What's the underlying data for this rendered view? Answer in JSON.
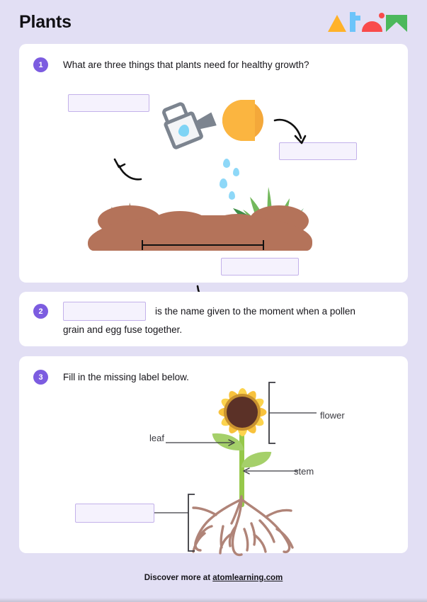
{
  "header": {
    "title": "Plants",
    "logo": {
      "name": "atom-learning-logo",
      "letters": [
        "A",
        "t",
        "o",
        "M"
      ],
      "colors": {
        "a": "#ffb229",
        "t": "#6cc4fa",
        "o": "#f94b4b",
        "m": "#4cb85c"
      }
    }
  },
  "theme": {
    "page_background": "#e2dff4",
    "card_background": "#ffffff",
    "badge_purple": "#7c5ce0",
    "answer_box_fill": "#f5f2fd",
    "answer_box_border": "#c3b1ea",
    "text": "#16151a"
  },
  "questions": [
    {
      "number": "1",
      "prompt": "What are three things that plants need for healthy growth?",
      "answer_boxes": [
        {
          "name": "answer-box-water",
          "value": "",
          "placeholder": ""
        },
        {
          "name": "answer-box-light",
          "value": "",
          "placeholder": ""
        },
        {
          "name": "answer-box-soil",
          "value": "",
          "placeholder": ""
        }
      ],
      "illustration": {
        "name": "plants-growth-illustration",
        "elements": [
          "watering-can",
          "water-droplets",
          "sun",
          "soil-mound",
          "plant-brown-sad",
          "plant-yellow-sad",
          "plant-green-happy",
          "arrow-to-water-box",
          "arrow-to-light-box",
          "arrow-to-soil-box",
          "soil-measure-bracket"
        ],
        "colors": {
          "sun": "#fbb540",
          "sun_shade": "#f4a83a",
          "water": "#8ed8f8",
          "can_body": "#f3f4f6",
          "can_outline": "#7c848f",
          "soil": "#b4735a",
          "plant_dead": "#a08268",
          "plant_weak": "#cfe06a",
          "plant_healthy": "#73b85c"
        }
      }
    },
    {
      "number": "2",
      "text_before": "",
      "text_after": "is the name given to the moment when a pollen",
      "text_line2": "grain and egg fuse together.",
      "answer_boxes": [
        {
          "name": "answer-box-fertilisation",
          "value": "",
          "placeholder": ""
        }
      ]
    },
    {
      "number": "3",
      "prompt": "Fill in the missing label below.",
      "labels": [
        {
          "name": "label-flower",
          "text": "flower"
        },
        {
          "name": "label-leaf",
          "text": "leaf"
        },
        {
          "name": "label-stem",
          "text": "stem"
        }
      ],
      "answer_boxes": [
        {
          "name": "answer-box-roots",
          "value": "",
          "placeholder": ""
        }
      ],
      "illustration": {
        "name": "sunflower-diagram",
        "elements": [
          "sunflower-head",
          "stem",
          "leaf-left",
          "leaf-right",
          "roots",
          "bracket-flower",
          "bracket-roots",
          "leader-line-leaf",
          "leader-line-stem"
        ],
        "colors": {
          "petals": "#fcd34d",
          "petals_alt": "#f8c23c",
          "flower_mid": "#c9922f",
          "flower_core": "#5b3127",
          "stem": "#96c84a",
          "leaf": "#a5d06a",
          "roots": "#b08478"
        }
      }
    }
  ],
  "footer": {
    "text_prefix": "Discover more at ",
    "link_text": "atomlearning.com"
  }
}
